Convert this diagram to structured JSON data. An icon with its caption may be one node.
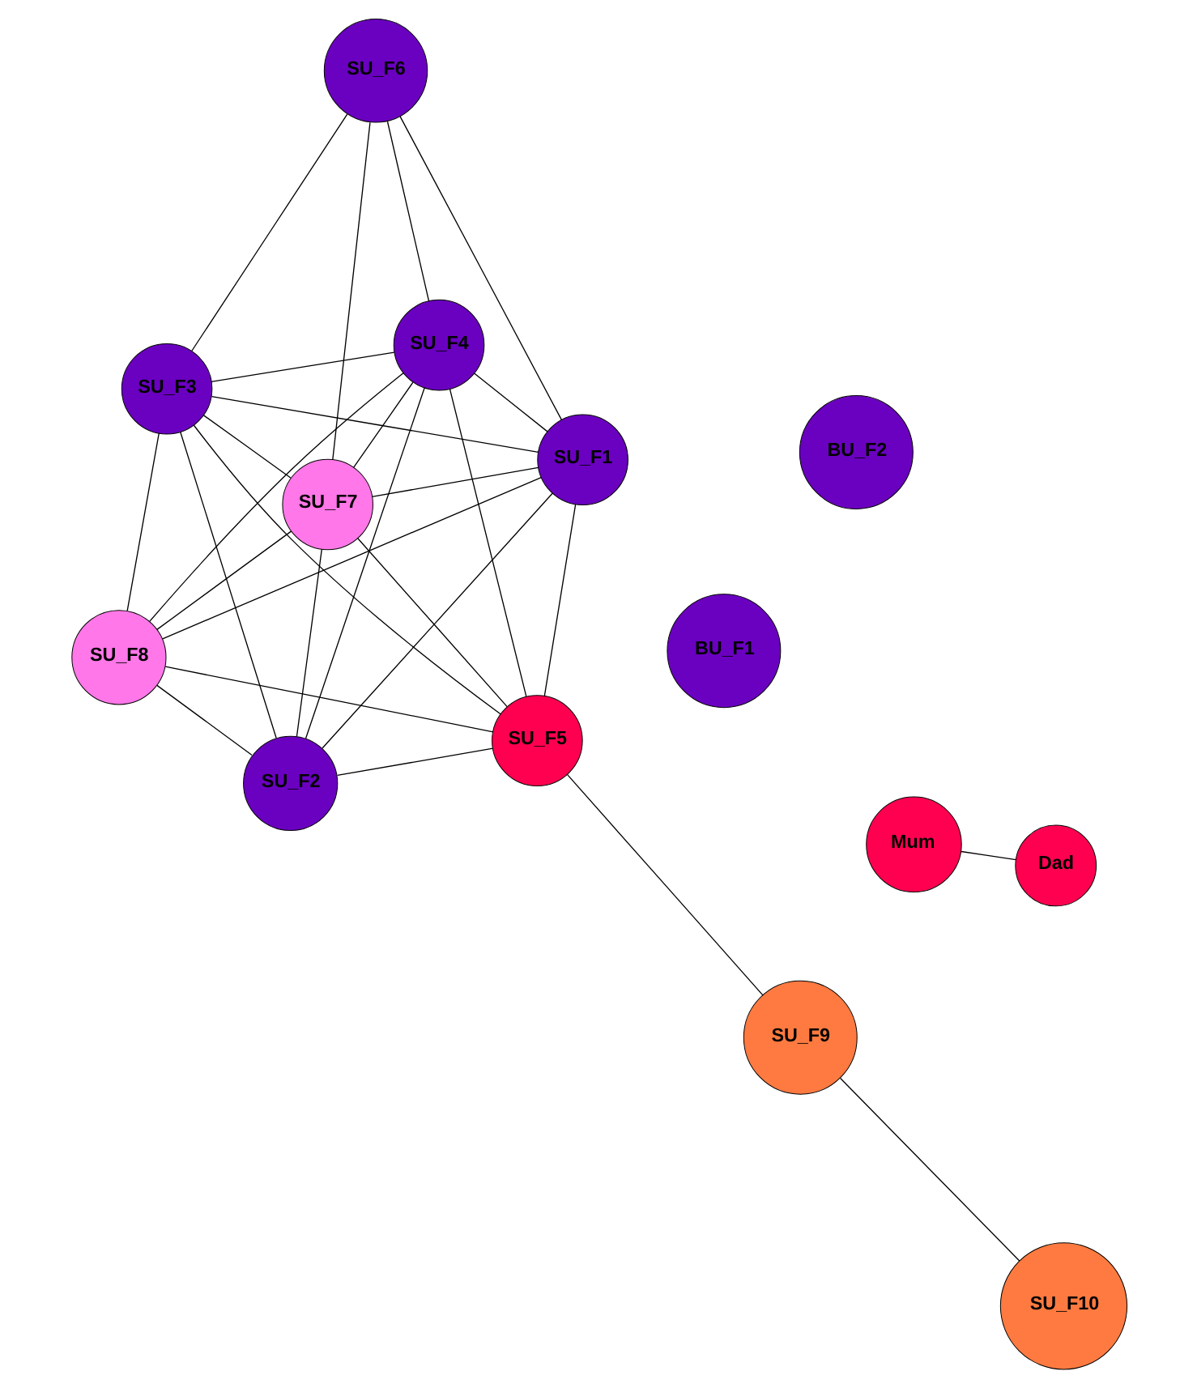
{
  "diagram": {
    "nodes": [
      {
        "text": [
          "SU_F6"
        ]
      },
      {
        "text": [
          "SU_F1"
        ]
      },
      {
        "text": [
          "SU_F7"
        ]
      },
      {
        "text": [
          "SU_F3"
        ]
      },
      {
        "text": [
          "SU_F4"
        ]
      },
      {
        "text": [
          "SU_F8"
        ]
      },
      {
        "text": [
          "SU_F2"
        ]
      },
      {
        "text": [
          "SU_F5"
        ]
      },
      {
        "text": [
          "SU_F9"
        ]
      },
      {
        "text": [
          "SU_F10"
        ]
      },
      {
        "text": [
          "BU_F1"
        ]
      },
      {
        "text": [
          "BU_F2"
        ]
      },
      {
        "text": [
          "Mum"
        ]
      },
      {
        "text": [
          "Dad"
        ]
      }
    ],
    "edges": [
      {
        "from": 0,
        "to": 1,
        "arrow": "none"
      },
      {
        "from": 0,
        "to": 3,
        "arrow": "none"
      },
      {
        "from": 0,
        "to": 4,
        "arrow": "none"
      },
      {
        "from": 0,
        "to": 2,
        "arrow": "none"
      },
      {
        "from": 1,
        "to": 2,
        "arrow": "none"
      },
      {
        "from": 1,
        "to": 3,
        "arrow": "none"
      },
      {
        "from": 1,
        "to": 5,
        "arrow": "none"
      },
      {
        "from": 1,
        "to": 6,
        "arrow": "none"
      },
      {
        "from": 1,
        "to": 4,
        "arrow": "none"
      },
      {
        "from": 1,
        "to": 7,
        "arrow": "none"
      },
      {
        "from": 3,
        "to": 2,
        "arrow": "none"
      },
      {
        "from": 3,
        "to": 4,
        "arrow": "none"
      },
      {
        "from": 3,
        "to": 5,
        "arrow": "none"
      },
      {
        "from": 3,
        "to": 6,
        "arrow": "none"
      },
      {
        "from": 3,
        "to": 7,
        "arrow": "none"
      },
      {
        "from": 2,
        "to": 4,
        "arrow": "none"
      },
      {
        "from": 2,
        "to": 5,
        "arrow": "none"
      },
      {
        "from": 2,
        "to": 6,
        "arrow": "none"
      },
      {
        "from": 2,
        "to": 7,
        "arrow": "none"
      },
      {
        "from": 4,
        "to": 5,
        "arrow": "none"
      },
      {
        "from": 4,
        "to": 6,
        "arrow": "none"
      },
      {
        "from": 4,
        "to": 7,
        "arrow": "none"
      },
      {
        "from": 5,
        "to": 6,
        "arrow": "none"
      },
      {
        "from": 5,
        "to": 7,
        "arrow": "none"
      },
      {
        "from": 6,
        "to": 7,
        "arrow": "none"
      },
      {
        "from": 7,
        "to": 8,
        "arrow": "none"
      },
      {
        "from": 8,
        "to": 9,
        "arrow": "none"
      },
      {
        "from": 12,
        "to": 13,
        "arrow": "none"
      }
    ]
  }
}
